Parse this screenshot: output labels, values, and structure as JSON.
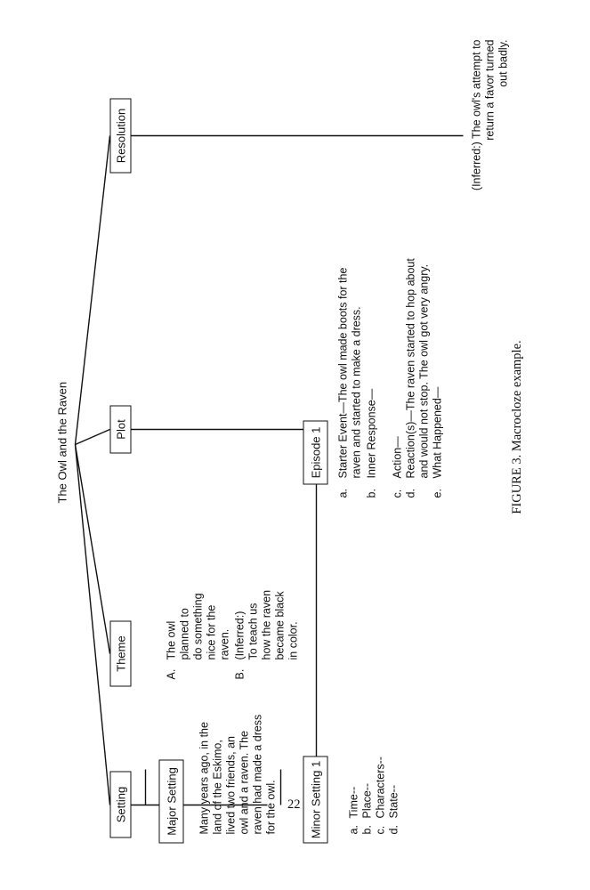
{
  "title": "The Owl and the Raven",
  "nodes": {
    "setting": "Setting",
    "theme": "Theme",
    "plot": "Plot",
    "resolution": "Resolution",
    "major_setting": "Major Setting",
    "minor_setting": "Minor Setting 1",
    "episode": "Episode 1"
  },
  "major_setting_text": [
    "Many years ago, in the",
    "land of the Eskimo,",
    "lived two friends, an",
    "owl and a raven.  The",
    "raven had made a dress",
    "for the owl."
  ],
  "minor_setting_items": [
    {
      "mark": "a.",
      "text": "Time--"
    },
    {
      "mark": "b.",
      "text": "Place--"
    },
    {
      "mark": "c.",
      "text": "Characters--"
    },
    {
      "mark": "d.",
      "text": "State--"
    }
  ],
  "theme_items": [
    {
      "mark": "A.",
      "lines": [
        "The owl",
        "planned to",
        "do something",
        "nice for the",
        "raven."
      ]
    },
    {
      "mark": "B.",
      "lines": [
        "(Inferred:)",
        "To teach us",
        "how the raven",
        "became black",
        "in color."
      ]
    }
  ],
  "episode_items": [
    {
      "mark": "a.",
      "lines": [
        "Starter Event—The owl made boots for the",
        "raven and started to make a dress."
      ]
    },
    {
      "mark": "b.",
      "lines": [
        "Inner Response—"
      ]
    },
    {
      "mark": "c.",
      "lines": [
        "Action—"
      ]
    },
    {
      "mark": "d.",
      "lines": [
        "Reaction(s)—The raven started to hop about",
        "and would not stop.  The owl got very angry."
      ]
    },
    {
      "mark": "e.",
      "lines": [
        "What Happened—"
      ]
    }
  ],
  "resolution_text": [
    "(Inferred:)  The owl's attempt to",
    "return a favor turned",
    "out badly."
  ],
  "caption": "FIGURE 3.  Macrocloze example.",
  "page_number": "22"
}
